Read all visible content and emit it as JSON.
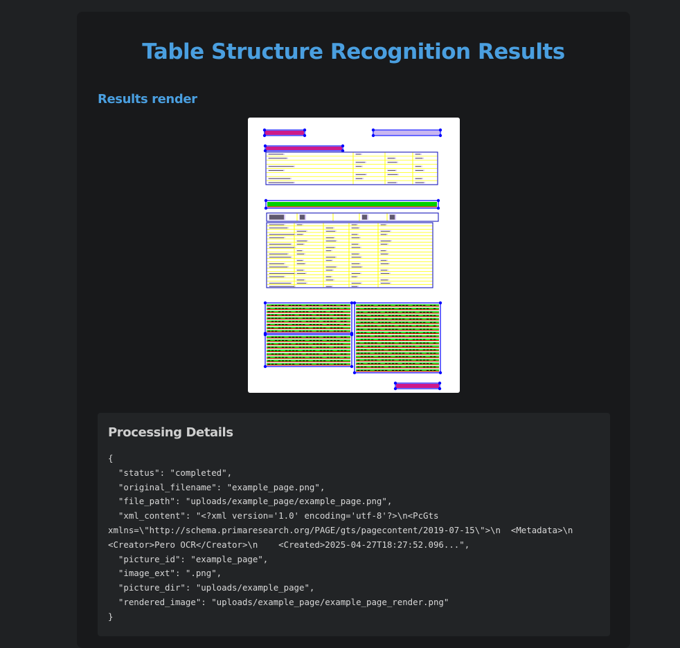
{
  "page": {
    "title": "Table Structure Recognition Results",
    "section_title": "Results render",
    "details_title": "Processing Details"
  },
  "render_image": {
    "description": "Rendered page with detected text regions, table cells and baselines",
    "colors": {
      "region": "#0000ff",
      "cell": "#ffff00",
      "textline": "#00d000",
      "baseline": "#ff0000",
      "text": "#000000"
    }
  },
  "details": {
    "json_text": "{\n  \"status\": \"completed\",\n  \"original_filename\": \"example_page.png\",\n  \"file_path\": \"uploads/example_page/example_page.png\",\n  \"xml_content\": \"<?xml version='1.0' encoding='utf-8'?>\\n<PcGts\nxmlns=\\\"http://schema.primaresearch.org/PAGE/gts/pagecontent/2019-07-15\\\">\\n  <Metadata>\\n\n<Creator>Pero OCR</Creator>\\n    <Created>2025-04-27T18:27:52.096...\",\n  \"picture_id\": \"example_page\",\n  \"image_ext\": \".png\",\n  \"picture_dir\": \"uploads/example_page\",\n  \"rendered_image\": \"uploads/example_page/example_page_render.png\"\n}"
  }
}
